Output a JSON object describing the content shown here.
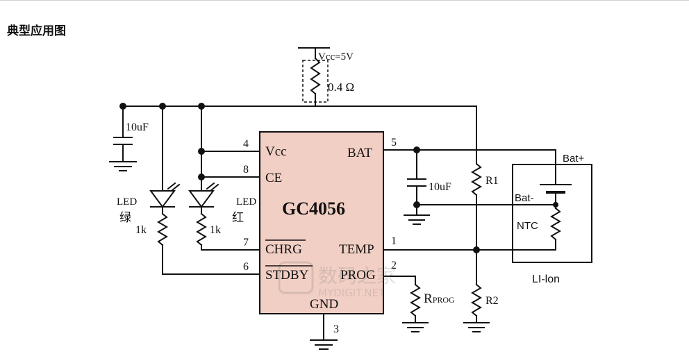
{
  "heading": "典型应用图",
  "colors": {
    "chip_fill": "#f2cfc4",
    "line": "#111111",
    "background": "#ffffff"
  },
  "supply": {
    "vcc": "Vcc=5V",
    "sense_resistor": "0.4 Ω"
  },
  "chip": {
    "name": "GC4056",
    "pins": {
      "vcc": {
        "num": "4",
        "name": "Vcc"
      },
      "ce": {
        "num": "8",
        "name": "CE"
      },
      "chrg": {
        "num": "7",
        "name": "CHRG"
      },
      "stdby": {
        "num": "6",
        "name": "STDBY"
      },
      "bat": {
        "num": "5",
        "name": "BAT"
      },
      "temp": {
        "num": "1",
        "name": "TEMP"
      },
      "prog": {
        "num": "2",
        "name": "PROG"
      },
      "gnd": {
        "num": "3",
        "name": "GND"
      }
    }
  },
  "components": {
    "cap_in": "10uF",
    "cap_bat": "10uF",
    "led_green": {
      "label": "LED",
      "color": "绿",
      "resistor": "1k"
    },
    "led_red": {
      "label": "LED",
      "color": "红",
      "resistor": "1k"
    },
    "r1": "R1",
    "r2": "R2",
    "rprog": {
      "main": "R",
      "sub": "PROG"
    },
    "battery": {
      "pos": "Bat+",
      "neg": "Bat-",
      "ntc": "NTC",
      "name": "LI-lon"
    }
  },
  "watermark": {
    "line1": "数码之家",
    "line2": "MYDIGIT.NET"
  }
}
